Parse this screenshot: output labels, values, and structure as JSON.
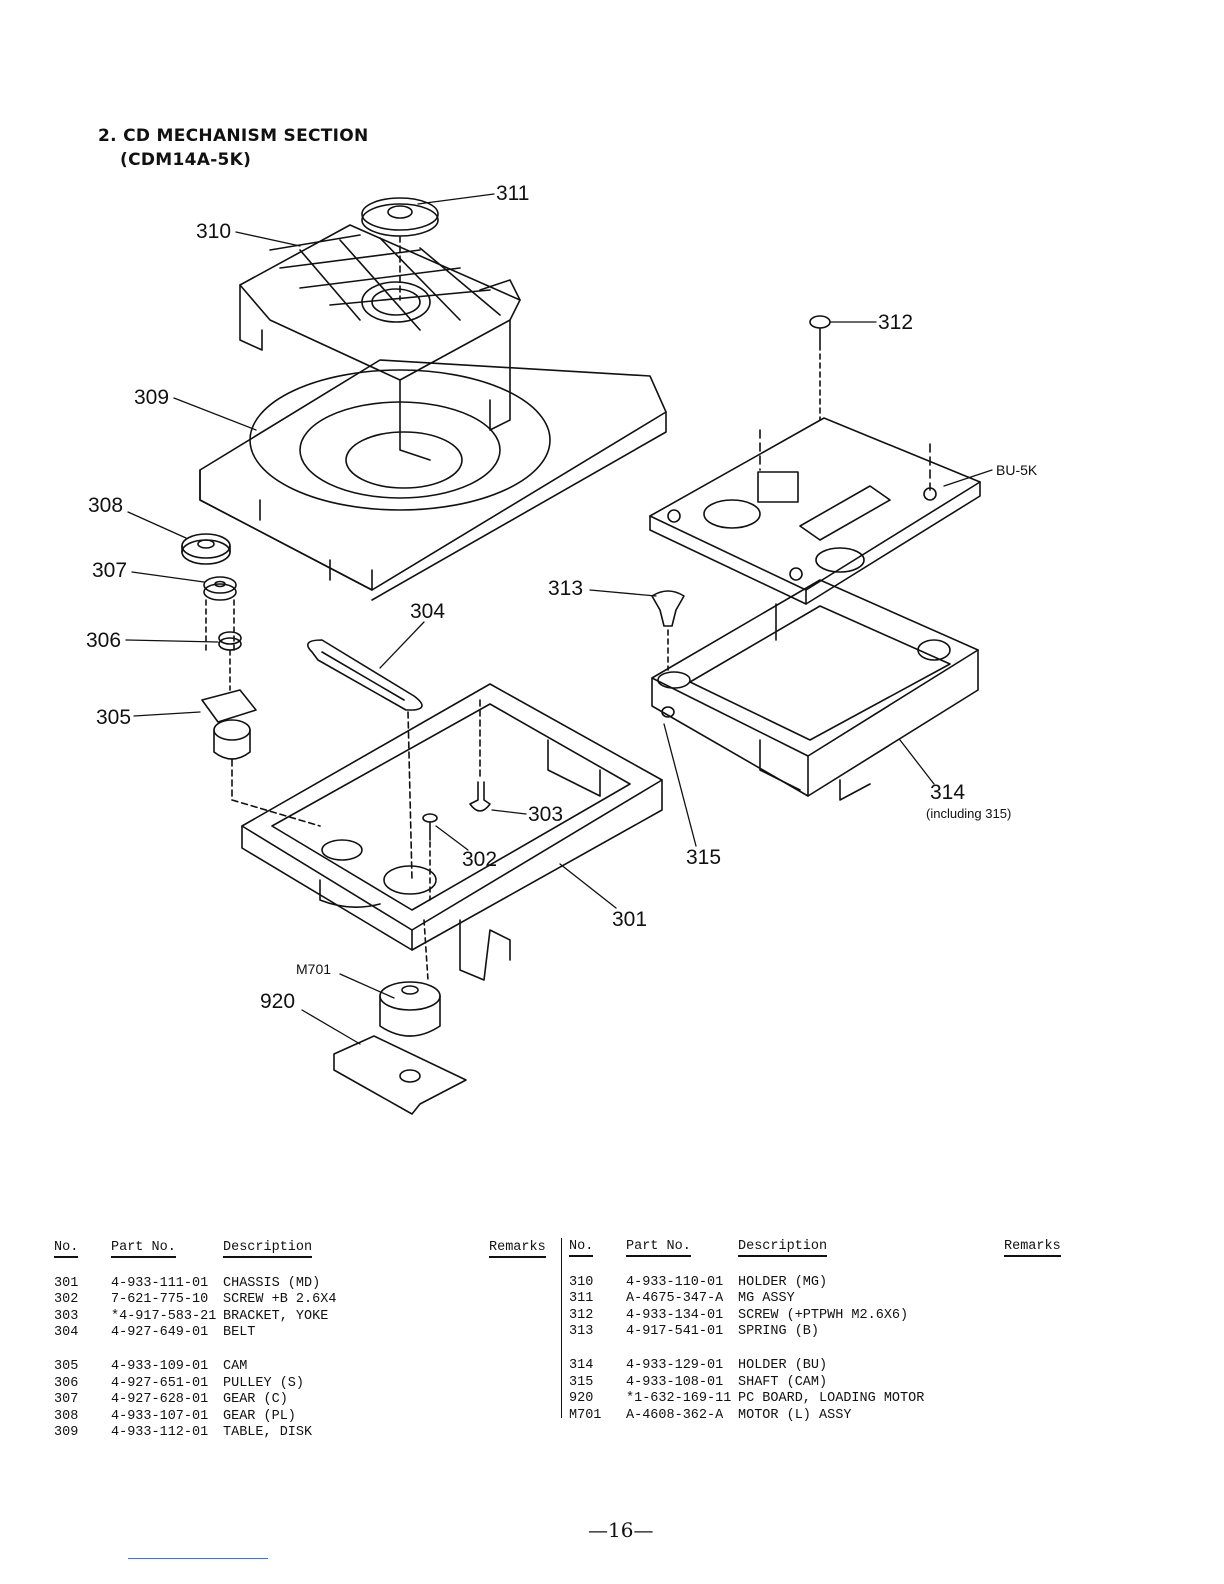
{
  "section": {
    "title": "2. CD MECHANISM SECTION",
    "model": "(CDM14A-5K)"
  },
  "diagram": {
    "callouts": [
      "311",
      "310",
      "312",
      "309",
      "BU-5K",
      "308",
      "307",
      "313",
      "304",
      "306",
      "305",
      "303",
      "314",
      "(including 315)",
      "302",
      "315",
      "301",
      "M701",
      "920"
    ]
  },
  "table_headers": {
    "no": "No.",
    "part_no": "Part No.",
    "description": "Description",
    "remarks": "Remarks"
  },
  "parts_left": [
    {
      "no": "301",
      "part_no": "4-933-111-01",
      "description": "CHASSIS (MD)"
    },
    {
      "no": "302",
      "part_no": "7-621-775-10",
      "description": "SCREW +B 2.6X4"
    },
    {
      "no": "303",
      "part_no": "*4-917-583-21",
      "description": "BRACKET, YOKE"
    },
    {
      "no": "304",
      "part_no": "4-927-649-01",
      "description": "BELT"
    },
    {
      "no": "305",
      "part_no": "4-933-109-01",
      "description": "CAM"
    },
    {
      "no": "306",
      "part_no": "4-927-651-01",
      "description": "PULLEY (S)"
    },
    {
      "no": "307",
      "part_no": "4-927-628-01",
      "description": "GEAR (C)"
    },
    {
      "no": "308",
      "part_no": "4-933-107-01",
      "description": "GEAR (PL)"
    },
    {
      "no": "309",
      "part_no": "4-933-112-01",
      "description": "TABLE, DISK"
    }
  ],
  "parts_right": [
    {
      "no": "310",
      "part_no": "4-933-110-01",
      "description": "HOLDER (MG)"
    },
    {
      "no": "311",
      "part_no": "A-4675-347-A",
      "description": "MG ASSY"
    },
    {
      "no": "312",
      "part_no": "4-933-134-01",
      "description": "SCREW (+PTPWH M2.6X6)"
    },
    {
      "no": "313",
      "part_no": "4-917-541-01",
      "description": "SPRING (B)"
    },
    {
      "no": "314",
      "part_no": "4-933-129-01",
      "description": "HOLDER (BU)"
    },
    {
      "no": "315",
      "part_no": "4-933-108-01",
      "description": "SHAFT (CAM)"
    },
    {
      "no": "920",
      "part_no": "*1-632-169-11",
      "description": "PC BOARD, LOADING MOTOR"
    },
    {
      "no": "M701",
      "part_no": "A-4608-362-A",
      "description": "MOTOR (L) ASSY"
    }
  ],
  "page_number": "—16—"
}
